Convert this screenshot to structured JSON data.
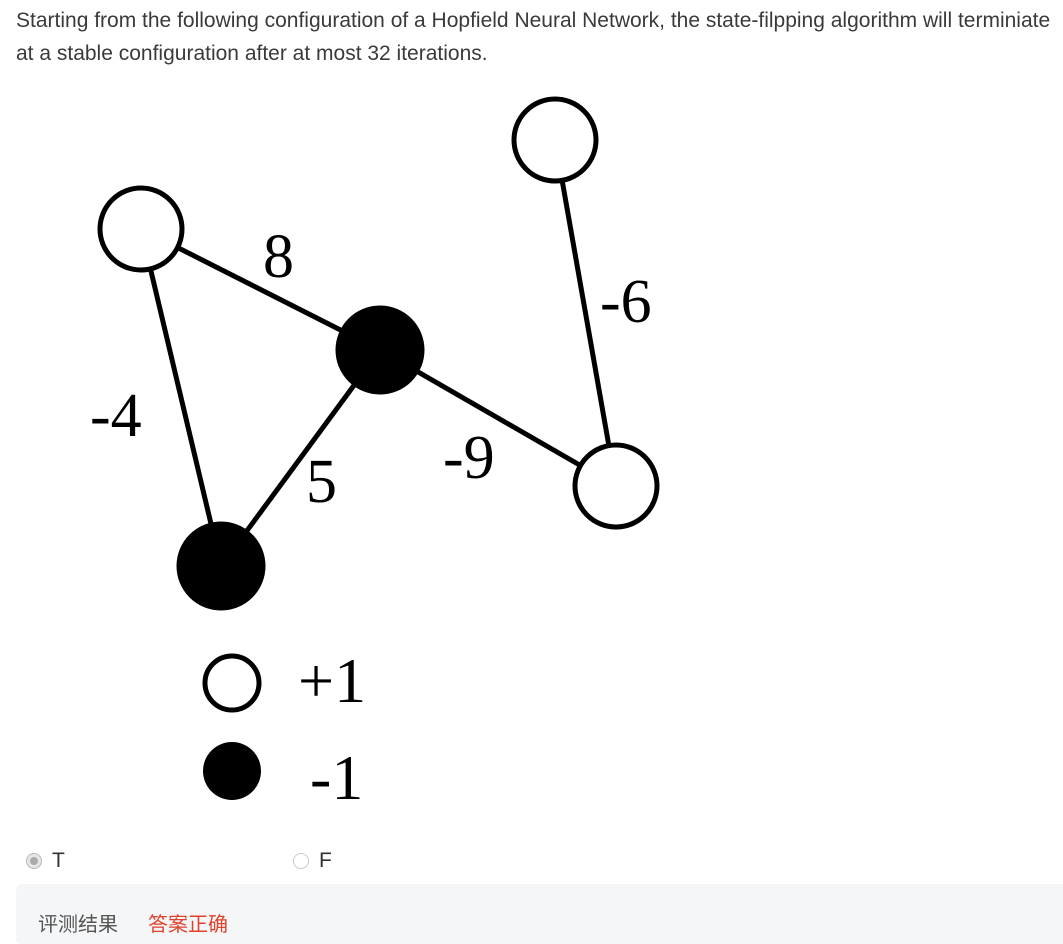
{
  "question": {
    "text": "Starting from the following configuration of a Hopfield Neural Network, the state-filpping algorithm will terminiate at a stable configuration after at most 32 iterations."
  },
  "figure": {
    "nodes": [
      {
        "id": "n-top-right",
        "state": "+1"
      },
      {
        "id": "n-top-left",
        "state": "+1"
      },
      {
        "id": "n-center",
        "state": "-1"
      },
      {
        "id": "n-right",
        "state": "+1"
      },
      {
        "id": "n-bottom",
        "state": "-1"
      }
    ],
    "edges": [
      {
        "from": "n-top-left",
        "to": "n-center",
        "weight": "8"
      },
      {
        "from": "n-top-right",
        "to": "n-right",
        "weight": "-6"
      },
      {
        "from": "n-top-left",
        "to": "n-bottom",
        "weight": "-4"
      },
      {
        "from": "n-center",
        "to": "n-bottom",
        "weight": "5"
      },
      {
        "from": "n-center",
        "to": "n-right",
        "weight": "-9"
      }
    ],
    "legend": {
      "white_label": "+1",
      "black_label": "-1"
    }
  },
  "options": {
    "t_label": "T",
    "f_label": "F",
    "selected": "T"
  },
  "result": {
    "label": "评测结果",
    "value": "答案正确"
  },
  "colors": {
    "result_value": "#e0422d",
    "node_fill_positive": "#ffffff",
    "node_fill_negative": "#000000"
  }
}
